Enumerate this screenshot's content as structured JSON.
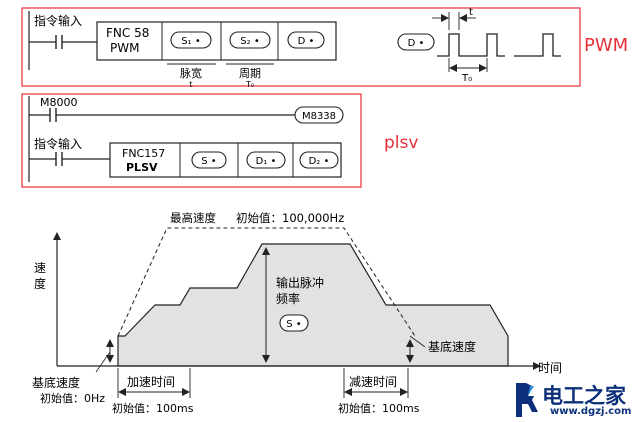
{
  "pwm_block": {
    "input_label": "指令输入",
    "instr_line1": "FNC 58",
    "instr_line2": "PWM",
    "op1": "S₁ •",
    "op2": "S₂ •",
    "op3": "D •",
    "width_label": "脉宽",
    "width_sub": "t",
    "period_label": "周期",
    "period_sub": "T₀",
    "wave_op": "D •",
    "wave_t": "t",
    "wave_T0": "T₀",
    "tag": "PWM",
    "tag_color": "#e8303a"
  },
  "plsv_block": {
    "contact_label": "M8000",
    "coil_label": "M8338",
    "input_label": "指令输入",
    "instr_line1": "FNC157",
    "instr_line2": "PLSV",
    "op1": "S •",
    "op2": "D₁ •",
    "op3": "D₂ •",
    "tag": "plsv",
    "tag_color": "#e8303a"
  },
  "profile": {
    "y_label_1": "速",
    "y_label_2": "度",
    "x_label": "时间",
    "max_speed": "最高速度",
    "init_value_top": "初始值：100,000Hz",
    "output_freq_1": "输出脉冲",
    "output_freq_2": "频率",
    "s_operand": "S •",
    "base_speed_right": "基底速度",
    "base_speed_left": "基底速度",
    "init_value_left": "初始值：0Hz",
    "accel_time": "加速时间",
    "accel_init": "初始值：100ms",
    "decel_time": "减速时间",
    "decel_init": "初始值：100ms"
  },
  "watermark": {
    "title": "电工之家",
    "url": "www.dgzj.com"
  }
}
